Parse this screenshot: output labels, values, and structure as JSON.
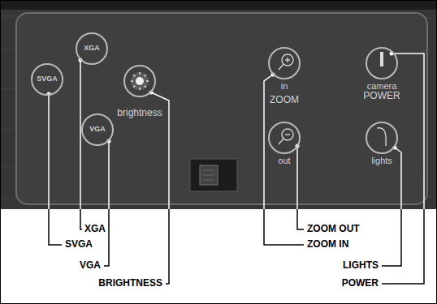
{
  "diagram": {
    "nodes": [
      {
        "text": [
          "XGA"
        ]
      },
      {
        "text": [
          "SVGA"
        ]
      },
      {
        "text": [
          "brightness"
        ]
      },
      {
        "text": [
          "VGA"
        ]
      },
      {
        "text": [
          "in"
        ]
      },
      {
        "text": [
          "camera",
          "POWER"
        ]
      },
      {
        "text": [
          "out"
        ]
      },
      {
        "text": [
          "lights"
        ]
      }
    ],
    "labels": [
      "ZOOM",
      "XGA",
      "SVGA",
      "VGA",
      "BRIGHTNESS",
      "ZOOM OUT",
      "ZOOM IN",
      "LIGHTS",
      "POWER"
    ]
  }
}
